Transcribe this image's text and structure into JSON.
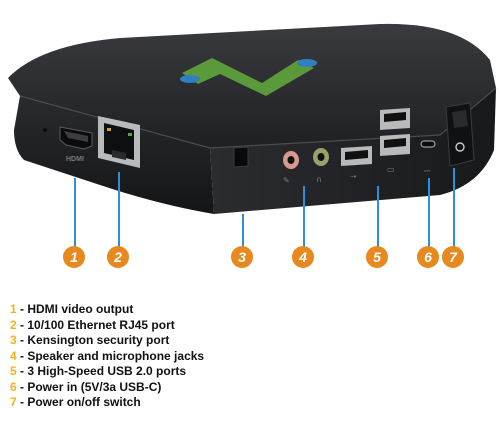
{
  "colors": {
    "accent_orange": "#e8891f",
    "number_yellow": "#f2b21c",
    "callout_blue": "#2e8fd8",
    "logo_green": "#5a9a3a",
    "logo_blue": "#2f7fc1",
    "device_body": "#1c1d20"
  },
  "device": {
    "port_labels": {
      "hdmi": "HDMI",
      "power_icon": "power-symbol-icon"
    }
  },
  "callouts": [
    {
      "number": "1"
    },
    {
      "number": "2"
    },
    {
      "number": "3"
    },
    {
      "number": "4"
    },
    {
      "number": "5"
    },
    {
      "number": "6"
    },
    {
      "number": "7"
    }
  ],
  "legend": [
    {
      "number": "1",
      "text": " - HDMI video output"
    },
    {
      "number": "2",
      "text": " - 10/100 Ethernet RJ45 port"
    },
    {
      "number": "3",
      "text": " - Kensington security port"
    },
    {
      "number": "4",
      "text": " - Speaker and microphone jacks"
    },
    {
      "number": "5",
      "text": " - 3 High-Speed USB 2.0 ports"
    },
    {
      "number": "6",
      "text": " - Power in (5V/3a USB-C)"
    },
    {
      "number": "7",
      "text": " - Power on/off switch"
    }
  ]
}
